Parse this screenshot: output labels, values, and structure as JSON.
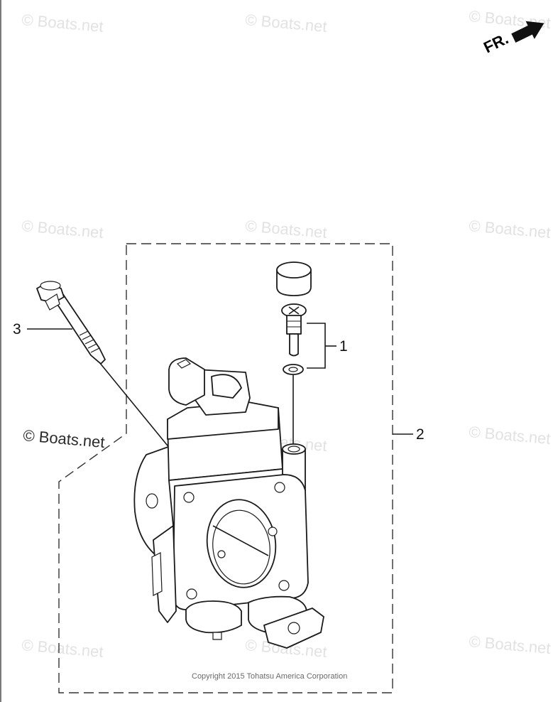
{
  "watermark": "© Boats.net",
  "watermark_main": "© Boats.net",
  "direction_label": "FR.",
  "callouts": [
    "1",
    "2",
    "3"
  ],
  "copyright": "Copyright 2015 Tohatsu America Corporation",
  "icons": [
    "front-direction-arrow-icon"
  ]
}
